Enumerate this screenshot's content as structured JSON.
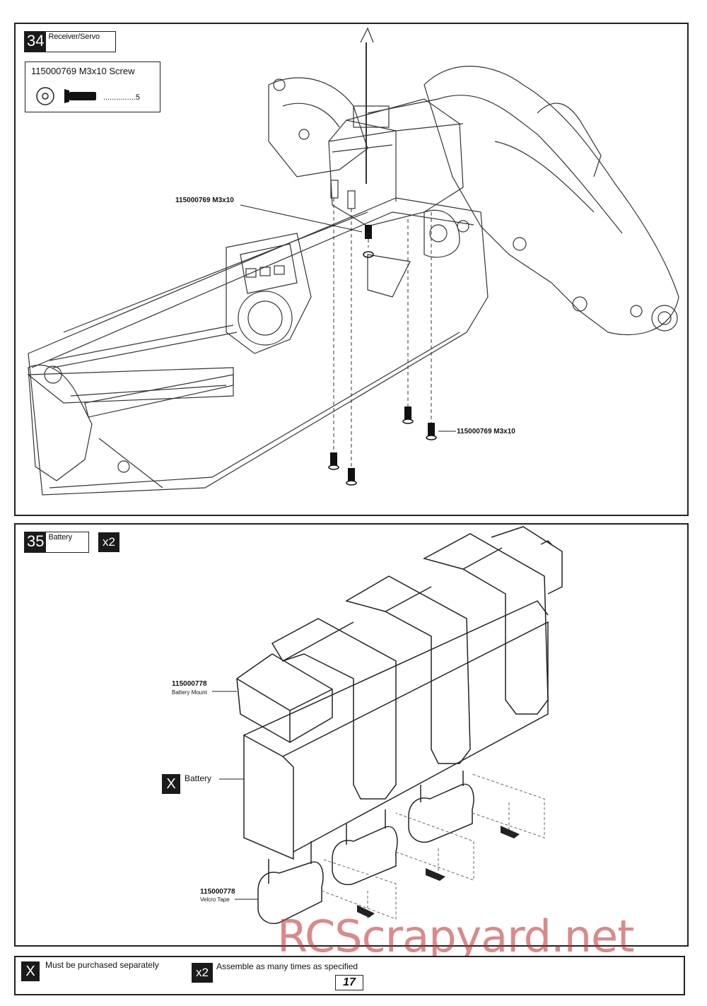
{
  "step34": {
    "number": "34",
    "title": "Receiver/Servo",
    "parts": {
      "part_line": "115000769  M3x10 Screw",
      "quantity_line": "...............5"
    },
    "callouts": [
      "115000769 M3x10",
      "115000769 M3x10"
    ]
  },
  "step35": {
    "number": "35",
    "title": "Battery",
    "multiplier": "x2",
    "callouts": {
      "battery_mount_code": "115000778",
      "battery_mount_name": "Battery Mount",
      "battery_badge": "X",
      "battery_label": "Battery",
      "velcro_code": "115000778",
      "velcro_name": "Velcro Tape"
    }
  },
  "legend": {
    "x_badge": "X",
    "x_text": "Must be purchased separately",
    "x2_badge": "x2",
    "x2_text": "Assemble as many times as specified"
  },
  "page_number": "17",
  "watermark": "RCScrapyard.net",
  "colors": {
    "ink": "#222222",
    "watermark": "#c23c3c"
  }
}
